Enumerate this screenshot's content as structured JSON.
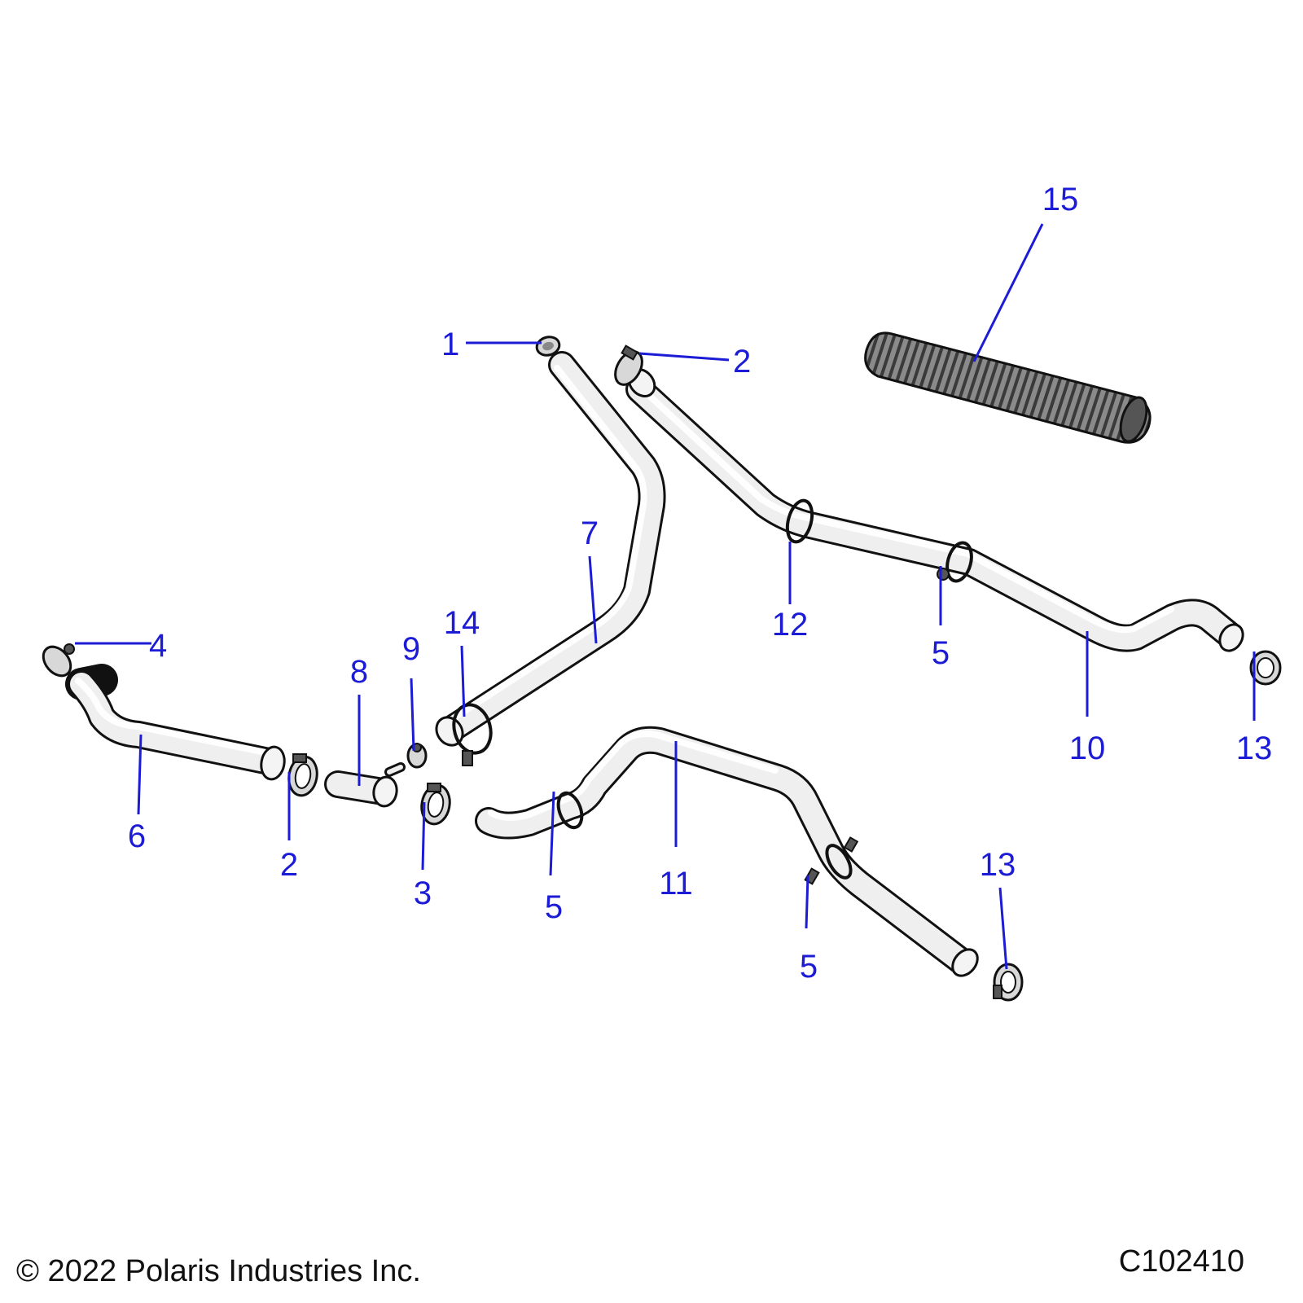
{
  "footer": {
    "copyright": "© 2022 Polaris Industries Inc.",
    "figure_id": "C102410"
  },
  "colors": {
    "callout": "#1c1cd6",
    "outline": "#111111",
    "hose_fill": "#efefef",
    "sleeve_fill": "#7a7a7a"
  },
  "callouts": {
    "c1": "1",
    "c2a": "2",
    "c2b": "2",
    "c3": "3",
    "c4": "4",
    "c5a": "5",
    "c5b": "5",
    "c5c": "5",
    "c6": "6",
    "c7": "7",
    "c8": "8",
    "c9": "9",
    "c10": "10",
    "c11": "11",
    "c12": "12",
    "c13a": "13",
    "c13b": "13",
    "c14": "14",
    "c15": "15"
  }
}
